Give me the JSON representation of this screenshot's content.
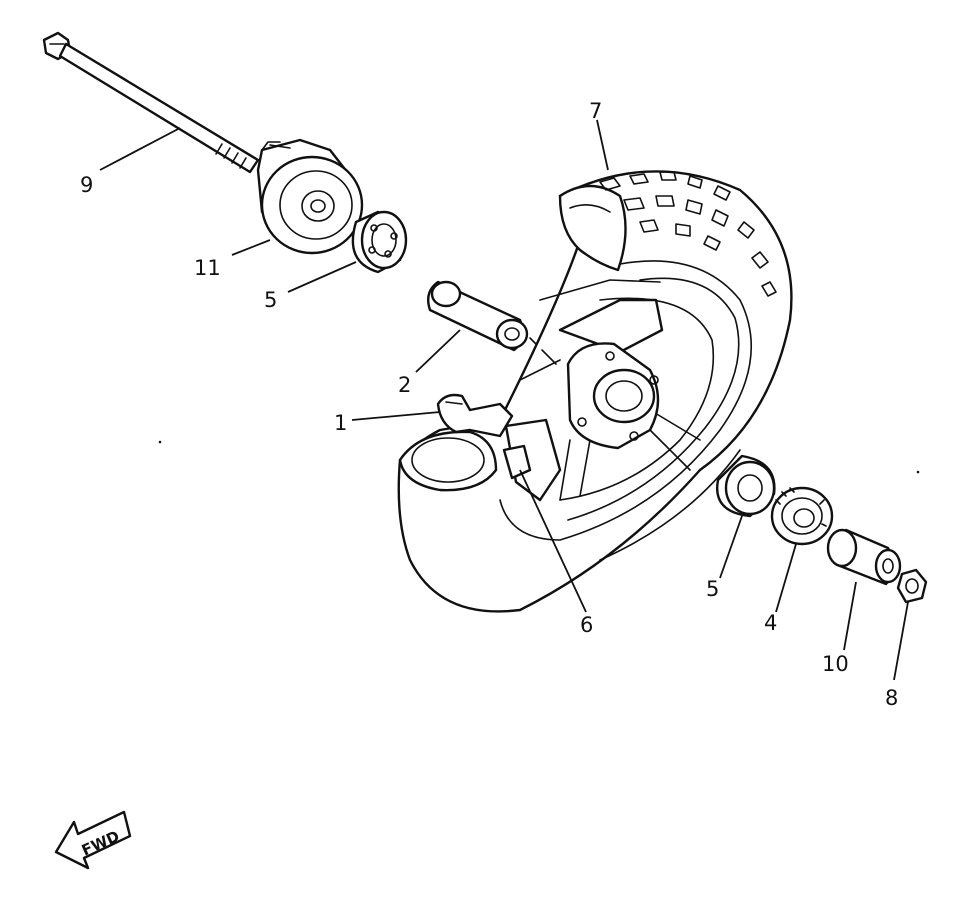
{
  "callouts": {
    "c1": "1",
    "c2": "2",
    "c4": "4",
    "c5a": "5",
    "c5b": "5",
    "c6": "6",
    "c7": "7",
    "c8": "8",
    "c9": "9",
    "c10": "10",
    "c11": "11"
  },
  "direction_badge": {
    "label": "FWD"
  }
}
